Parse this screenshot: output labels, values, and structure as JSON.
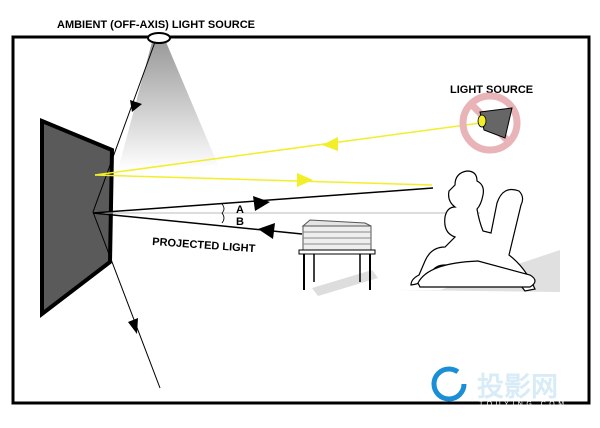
{
  "labels": {
    "ambient": "AMBIENT (OFF-AXIS) LIGHT SOURCE",
    "light_source": "LIGHT SOURCE",
    "projected": "PROJECTED LIGHT",
    "angle_a": "A",
    "angle_b": "B"
  },
  "watermark": {
    "cn": "投影网",
    "en": "TOUYING.COM"
  },
  "colors": {
    "ray_yellow": "#f2ee2a",
    "screen": "#5a5a5a",
    "prohibit": "#e8b4b8",
    "logo": "#1a8fd8"
  }
}
